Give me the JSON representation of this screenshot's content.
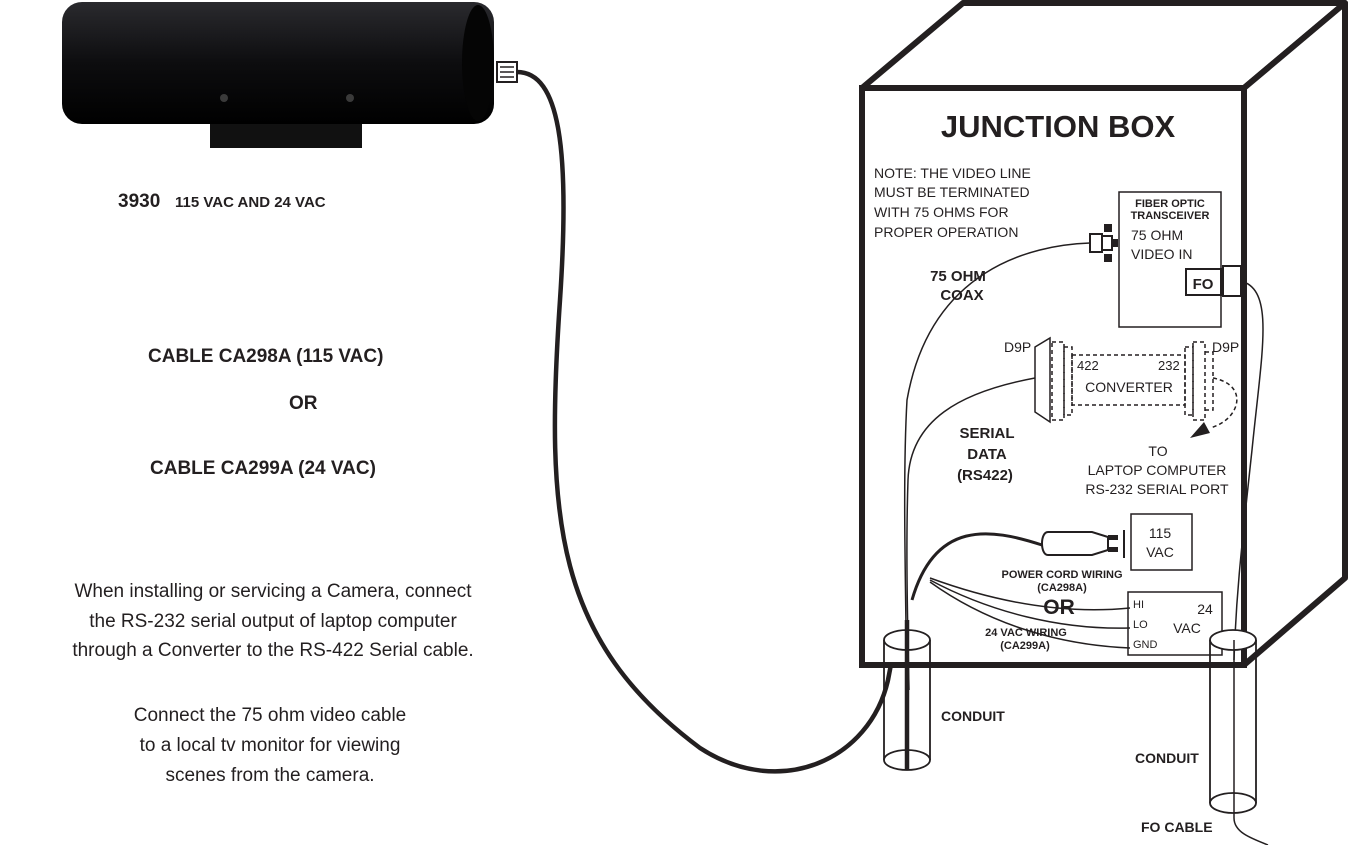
{
  "colors": {
    "ink": "#231f20",
    "camera_body": "#0d0d0f",
    "paper": "#ffffff"
  },
  "camera": {
    "model": "3930",
    "power": "115 VAC AND 24 VAC"
  },
  "cable_options": {
    "option_1": "CABLE CA298A (115 VAC)",
    "or": "OR",
    "option_2": "CABLE CA299A (24 VAC)"
  },
  "instructions": {
    "serial": [
      "When installing or servicing a Camera, connect",
      "the RS-232 serial output of laptop computer",
      "through a Converter to the RS-422 Serial cable."
    ],
    "video": [
      "Connect the 75 ohm video cable",
      "to a local tv monitor for viewing",
      "scenes from the camera."
    ]
  },
  "junction_box": {
    "title": "JUNCTION BOX",
    "note": [
      "NOTE: THE VIDEO LINE",
      "MUST BE TERMINATED",
      "WITH 75 OHMS FOR",
      "PROPER OPERATION"
    ],
    "coax": [
      "75 OHM",
      "COAX"
    ],
    "transceiver": {
      "title": [
        "FIBER OPTIC",
        "TRANSCEIVER"
      ],
      "video_in": [
        "75 OHM",
        "VIDEO IN"
      ],
      "fo_port": "FO"
    },
    "converter": {
      "left_connector": "D9P",
      "right_connector": "D9P",
      "left_port": "422",
      "right_port": "232",
      "label": "CONVERTER"
    },
    "serial_data": [
      "SERIAL",
      "DATA",
      "(RS422)"
    ],
    "laptop": [
      "TO",
      "LAPTOP COMPUTER",
      "RS-232 SERIAL PORT"
    ],
    "power_115": {
      "box": [
        "115",
        "VAC"
      ],
      "label": [
        "POWER CORD WIRING",
        "(CA298A)"
      ]
    },
    "or": "OR",
    "power_24": {
      "terminals": [
        "HI",
        "LO",
        "GND"
      ],
      "box": [
        "24",
        "VAC"
      ],
      "label": [
        "24 VAC WIRING",
        "(CA299A)"
      ]
    }
  },
  "conduit_left": "CONDUIT",
  "conduit_right": "CONDUIT",
  "fo_cable": "FO CABLE"
}
